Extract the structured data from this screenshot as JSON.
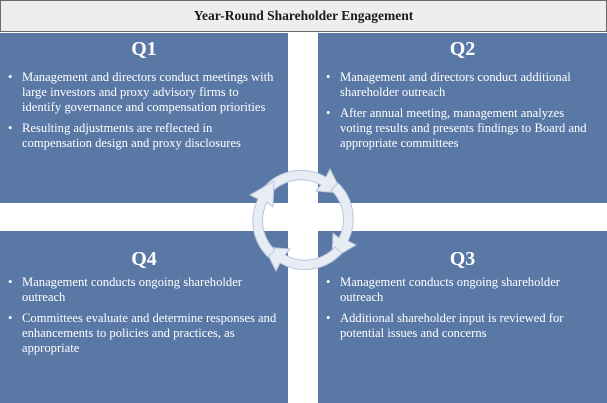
{
  "title": "Year-Round Shareholder Engagement",
  "quadrants": {
    "q1": {
      "label": "Q1",
      "bullets": [
        "Management and directors conduct meetings with large investors and proxy advisory firms to identify governance and compensation priorities",
        "Resulting adjustments are reflected in compensation design and proxy disclosures"
      ]
    },
    "q2": {
      "label": "Q2",
      "bullets": [
        "Management and directors conduct additional shareholder outreach",
        "After annual meeting, management analyzes voting results and presents findings to Board and appropriate committees"
      ]
    },
    "q3": {
      "label": "Q3",
      "bullets": [
        "Management conducts ongoing shareholder outreach",
        "Additional shareholder input is reviewed for potential issues and concerns"
      ]
    },
    "q4": {
      "label": "Q4",
      "bullets": [
        "Management conducts ongoing shareholder outreach",
        "Committees evaluate and determine responses and enhancements to policies and practices, as appropriate"
      ]
    }
  },
  "colors": {
    "quadrant_fill": "#5a78a6",
    "arrow_fill": "#e8edf5",
    "title_bar_fill": "#eeeeee"
  },
  "icons": {
    "bullet": "•",
    "cycle": "circular-arrows-icon"
  }
}
